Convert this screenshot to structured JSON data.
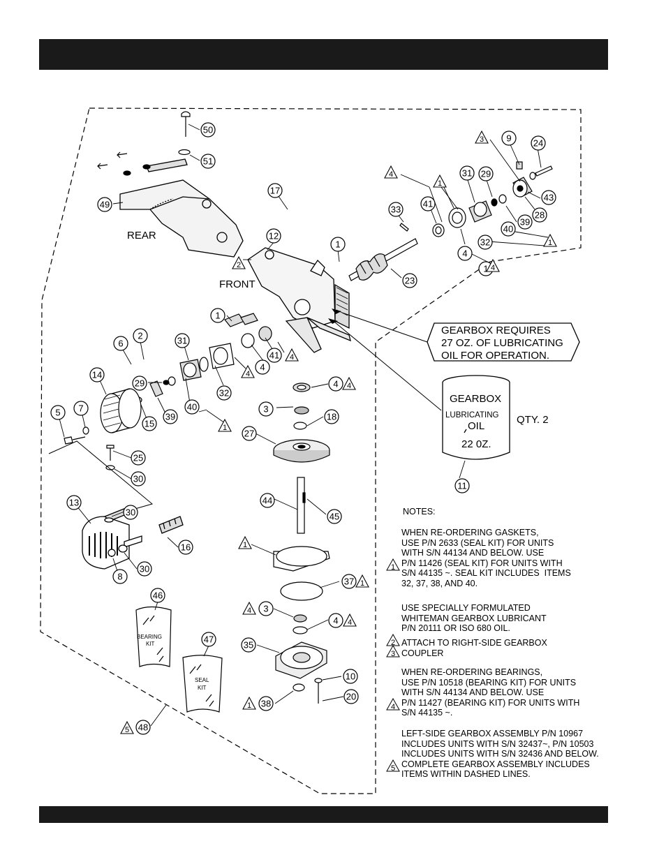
{
  "header_bar": "",
  "footer_bar": "",
  "labels": {
    "rear": "REAR",
    "front": "FRONT",
    "gearbox_requires": [
      "GEARBOX REQUIRES",
      "27 OZ. OF LUBRICATING",
      "OIL FOR OPERATION."
    ],
    "can_gearbox": "GEARBOX",
    "can_lubricating": "LUBRICATING",
    "can_oil": "OIL",
    "can_volume": "22 0Z.",
    "qty": "QTY. 2",
    "bearing_kit": [
      "BEARING",
      "KIT"
    ],
    "seal_kit": [
      "SEAL",
      "KIT"
    ]
  },
  "parts": [
    {
      "n": "1"
    },
    {
      "n": "2"
    },
    {
      "n": "3"
    },
    {
      "n": "4"
    },
    {
      "n": "5"
    },
    {
      "n": "6"
    },
    {
      "n": "7"
    },
    {
      "n": "8"
    },
    {
      "n": "9"
    },
    {
      "n": "10"
    },
    {
      "n": "11"
    },
    {
      "n": "12"
    },
    {
      "n": "13"
    },
    {
      "n": "14"
    },
    {
      "n": "15"
    },
    {
      "n": "16"
    },
    {
      "n": "17"
    },
    {
      "n": "18"
    },
    {
      "n": "20"
    },
    {
      "n": "23"
    },
    {
      "n": "24"
    },
    {
      "n": "25"
    },
    {
      "n": "27"
    },
    {
      "n": "28"
    },
    {
      "n": "29"
    },
    {
      "n": "30"
    },
    {
      "n": "31"
    },
    {
      "n": "32"
    },
    {
      "n": "33"
    },
    {
      "n": "35"
    },
    {
      "n": "37"
    },
    {
      "n": "38"
    },
    {
      "n": "39"
    },
    {
      "n": "40"
    },
    {
      "n": "41"
    },
    {
      "n": "43"
    },
    {
      "n": "44"
    },
    {
      "n": "45"
    },
    {
      "n": "46"
    },
    {
      "n": "47"
    },
    {
      "n": "48"
    },
    {
      "n": "49"
    },
    {
      "n": "50"
    },
    {
      "n": "51"
    }
  ],
  "notes": {
    "header": "NOTES:",
    "items": [
      {
        "mark": "1",
        "lines": [
          "WHEN RE-ORDERING GASKETS,",
          "USE P/N 2633 (SEAL KIT) FOR UNITS",
          "WITH S/N 44134 AND BELOW. USE",
          "P/N 11426 (SEAL KIT) FOR UNITS WITH",
          "S/N 44135 ~. SEAL KIT INCLUDES  ITEMS",
          "32, 37, 38, AND 40."
        ]
      },
      {
        "mark": "2",
        "lines": [
          "USE SPECIALLY FORMULATED",
          "WHITEMAN GEARBOX LUBRICANT",
          "P/N 20111 OR ISO 680 OIL."
        ]
      },
      {
        "mark": "3",
        "lines": [
          "ATTACH TO RIGHT-SIDE GEARBOX",
          "COUPLER"
        ]
      },
      {
        "mark": "4",
        "lines": [
          "WHEN RE-ORDERING BEARINGS,",
          "USE P/N 10518 (BEARING KIT) FOR UNITS",
          "WITH S/N 44134 AND BELOW. USE",
          "P/N 11427 (BEARING KIT) FOR UNITS WITH",
          "S/N 44135 ~."
        ]
      },
      {
        "mark": "5",
        "lines": [
          "LEFT-SIDE GEARBOX ASSEMBLY P/N 10967",
          "INCLUDES UNITS WITH S/N 32437~, P/N 10503",
          "INCLUDES UNITS WITH S/N 32436 AND BELOW.",
          "COMPLETE GEARBOX ASSEMBLY INCLUDES",
          "ITEMS WITHIN DASHED LINES."
        ]
      }
    ]
  }
}
